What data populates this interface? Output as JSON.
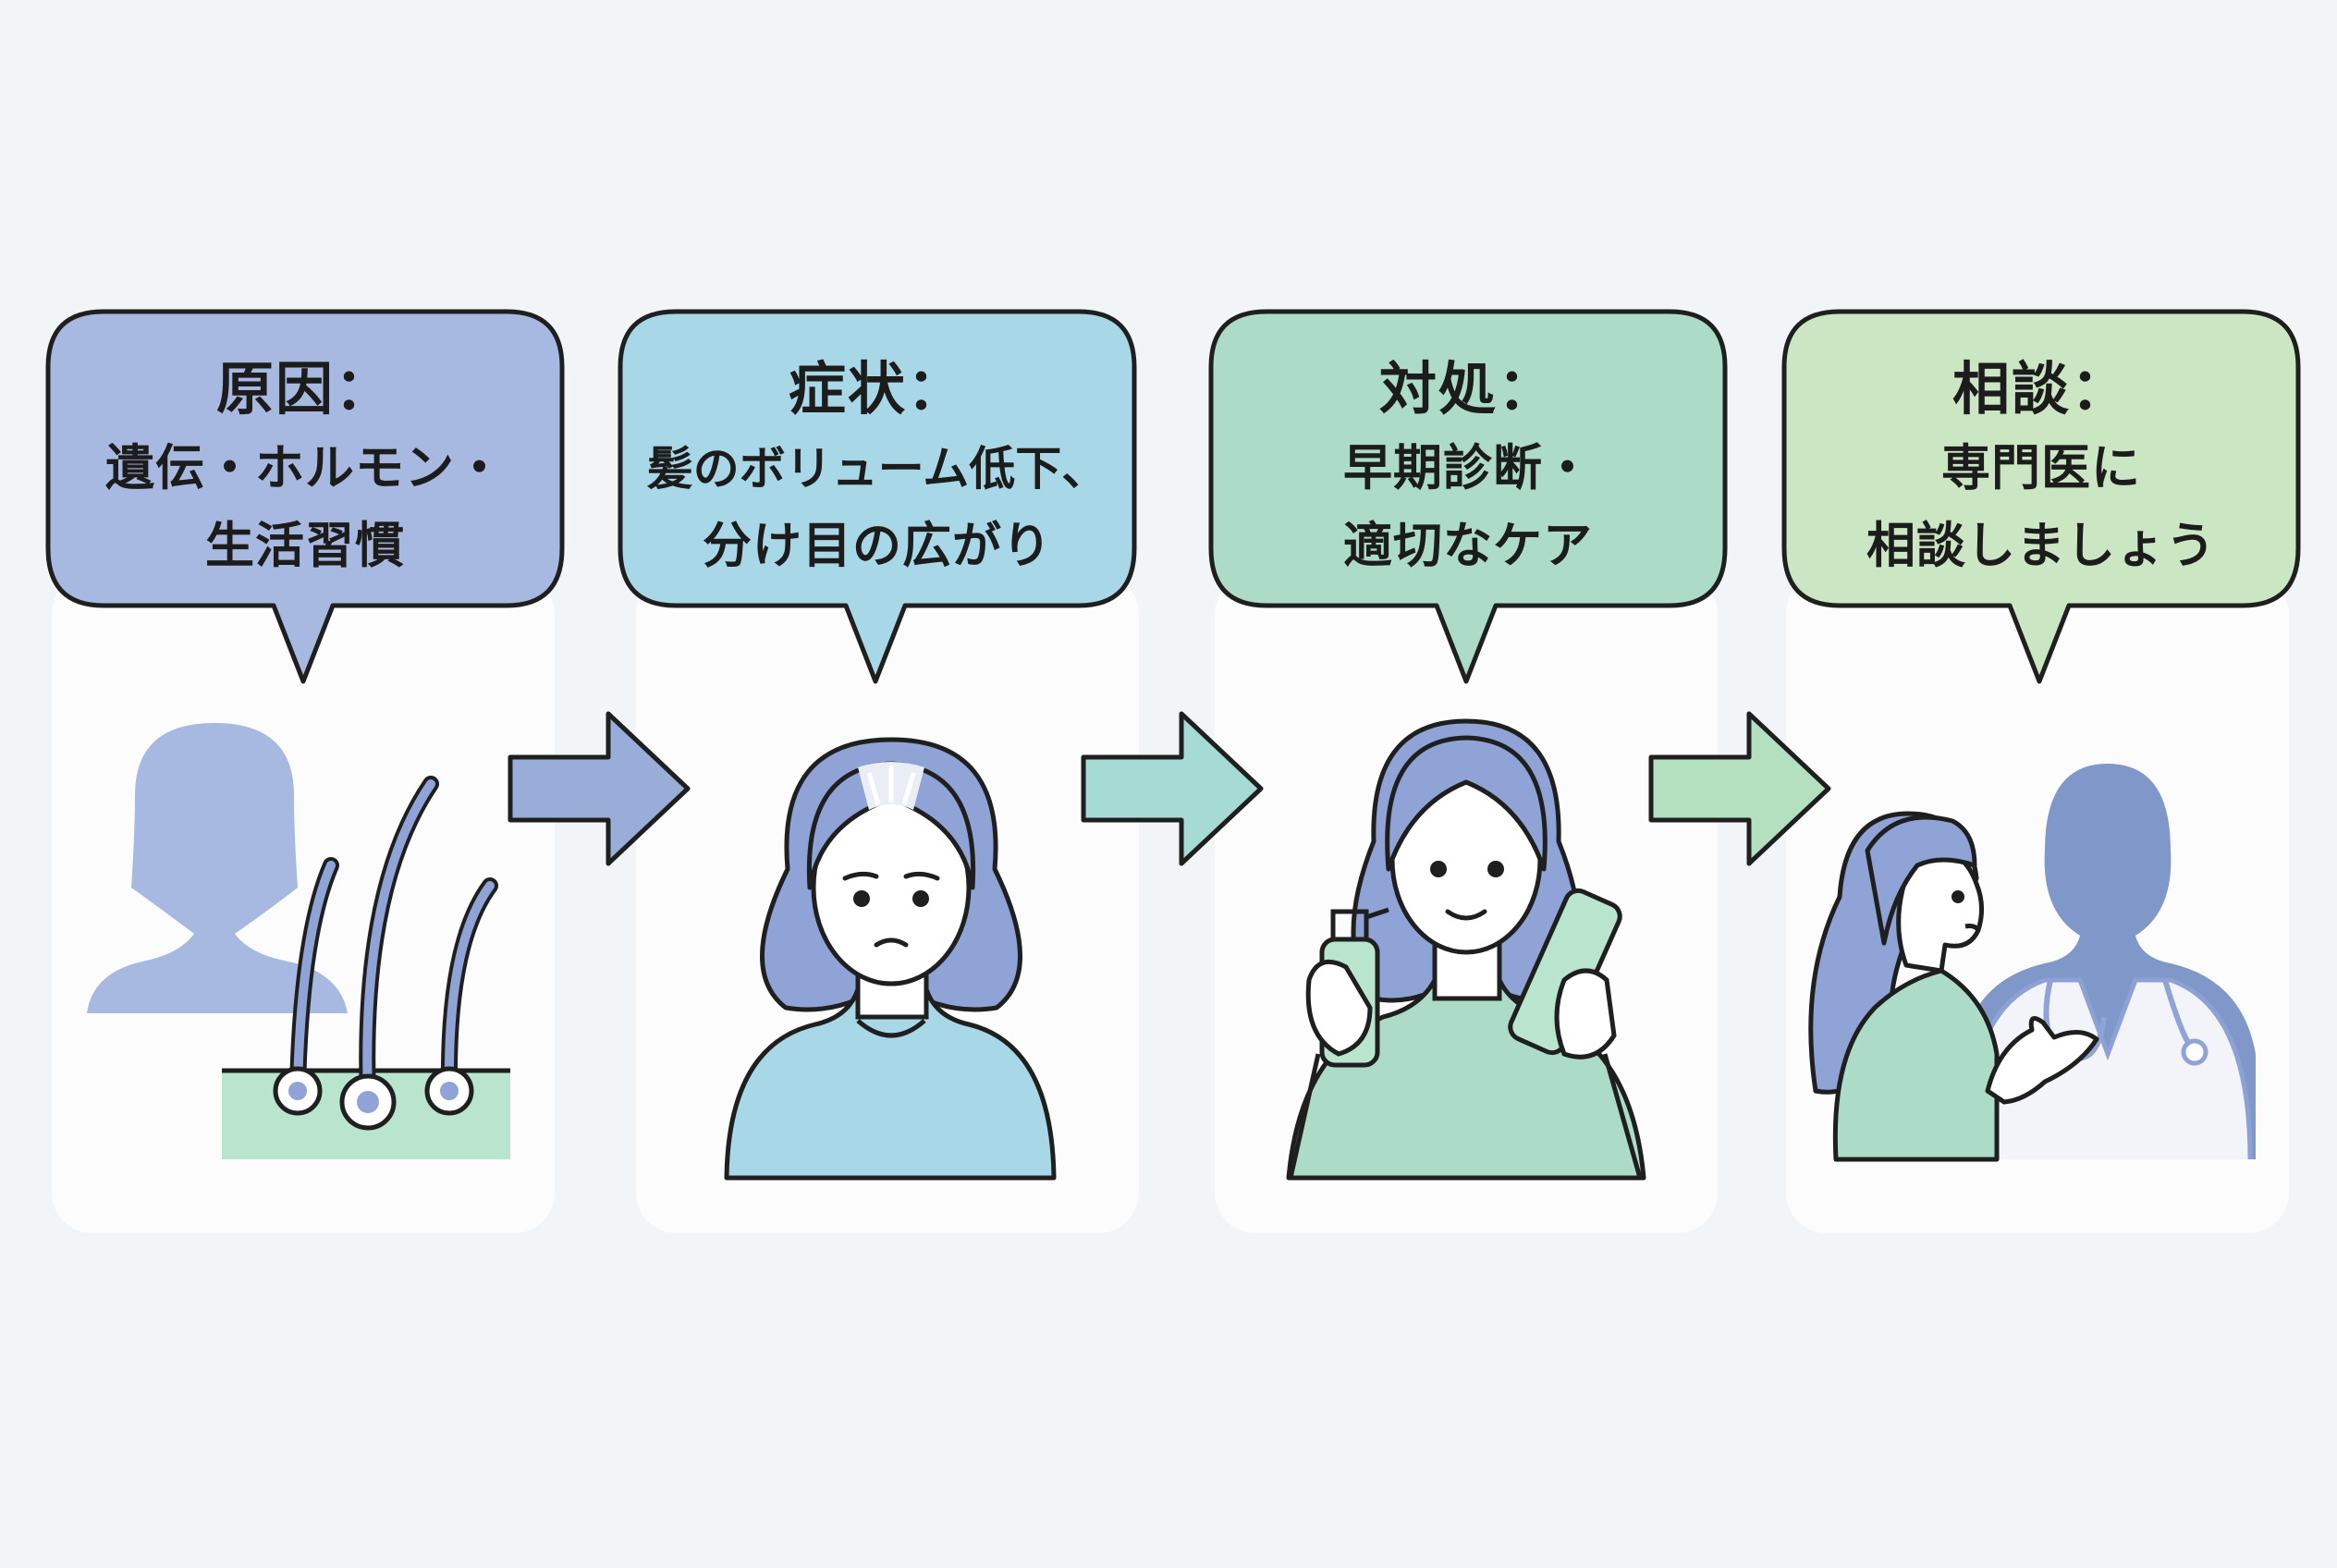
{
  "steps": [
    {
      "id": "cause",
      "title": "原因：",
      "lines": [
        "遺伝・ホルモン・",
        "生活習慣"
      ],
      "color": "#a7b9e1",
      "icon": "silhouette-hair-follicle-icon"
    },
    {
      "id": "symptom",
      "title": "症状：",
      "lines": [
        "髪のボリューム低下、",
        "分け目の広がり"
      ],
      "color": "#a8d8e7",
      "icon": "thinning-hair-woman-icon"
    },
    {
      "id": "treatment",
      "title": "対処：",
      "lines": [
        "早期診断・",
        "適切なケア"
      ],
      "color": "#acdcc7",
      "icon": "woman-hair-care-products-icon"
    },
    {
      "id": "consult",
      "title": "相談：",
      "lines": [
        "専門医に",
        "相談しましょう"
      ],
      "color": "#cbe6c2",
      "icon": "woman-consulting-doctor-icon"
    }
  ],
  "arrows": [
    {
      "color": "#98aed8",
      "icon": "right-arrow-icon"
    },
    {
      "color": "#a5dbd4",
      "icon": "right-arrow-icon"
    },
    {
      "color": "#b4e0c0",
      "icon": "right-arrow-icon"
    }
  ],
  "palette": {
    "outline": "#1f1f1f",
    "hair": "#8fa3d6",
    "skin": "#ffffff",
    "scalp": "#b9e4cd"
  }
}
